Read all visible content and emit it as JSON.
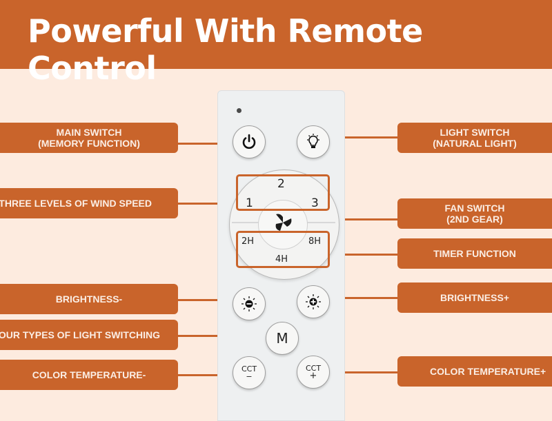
{
  "header": {
    "title": "Powerful With Remote Control"
  },
  "colors": {
    "accent": "#c9642b",
    "background": "#fdebdf",
    "remote": "#eef0f1"
  },
  "labels": {
    "main_switch": {
      "line1": "MAIN SWITCH",
      "line2": "(MEMORY FUNCTION)"
    },
    "wind_speed": {
      "line1": "THREE LEVELS OF WIND SPEED"
    },
    "brightness_minus": {
      "line1": "BRIGHTNESS-"
    },
    "light_switching": {
      "line1": "FOUR TYPES OF LIGHT SWITCHING"
    },
    "cct_minus": {
      "line1": "COLOR TEMPERATURE-"
    },
    "light_switch": {
      "line1": "LIGHT SWITCH",
      "line2": "(NATURAL LIGHT)"
    },
    "fan_switch": {
      "line1": "FAN SWITCH",
      "line2": "(2ND GEAR)"
    },
    "timer": {
      "line1": "TIMER FUNCTION"
    },
    "brightness_plus": {
      "line1": "BRIGHTNESS+"
    },
    "cct_plus": {
      "line1": "COLOR TEMPERATURE+"
    }
  },
  "remote": {
    "speeds": [
      "1",
      "2",
      "3"
    ],
    "timers": [
      "2H",
      "4H",
      "8H"
    ],
    "mode_label": "M",
    "cct_label": "CCT",
    "cct_minus_sign": "−",
    "cct_plus_sign": "+"
  },
  "icons": [
    "power-icon",
    "lightbulb-icon",
    "fan-icon",
    "brightness-minus-icon",
    "brightness-plus-icon"
  ]
}
